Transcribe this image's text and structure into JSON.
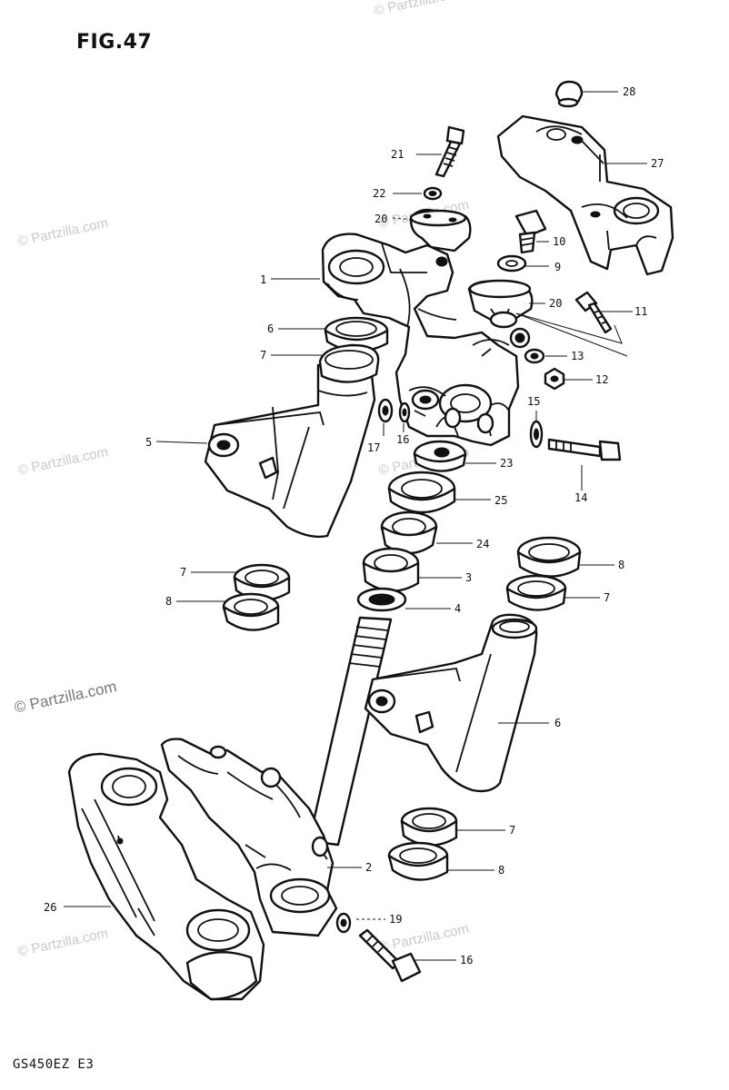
{
  "figure": {
    "title": "FIG.47",
    "model_code": "GS450EZ  E3"
  },
  "watermark": {
    "text": "© Partzilla.com"
  },
  "callouts": [
    {
      "id": "c1",
      "label": "1"
    },
    {
      "id": "c2",
      "label": "2"
    },
    {
      "id": "c3",
      "label": "3"
    },
    {
      "id": "c4",
      "label": "4"
    },
    {
      "id": "c5",
      "label": "5"
    },
    {
      "id": "c6a",
      "label": "6"
    },
    {
      "id": "c6b",
      "label": "6"
    },
    {
      "id": "c7a",
      "label": "7"
    },
    {
      "id": "c7b",
      "label": "7"
    },
    {
      "id": "c7c",
      "label": "7"
    },
    {
      "id": "c7d",
      "label": "7"
    },
    {
      "id": "c8a",
      "label": "8"
    },
    {
      "id": "c8b",
      "label": "8"
    },
    {
      "id": "c8c",
      "label": "8"
    },
    {
      "id": "c9",
      "label": "9"
    },
    {
      "id": "c10",
      "label": "10"
    },
    {
      "id": "c11",
      "label": "11"
    },
    {
      "id": "c12",
      "label": "12"
    },
    {
      "id": "c13",
      "label": "13"
    },
    {
      "id": "c14",
      "label": "14"
    },
    {
      "id": "c15",
      "label": "15"
    },
    {
      "id": "c16a",
      "label": "16"
    },
    {
      "id": "c16b",
      "label": "16"
    },
    {
      "id": "c17",
      "label": "17"
    },
    {
      "id": "c19",
      "label": "19"
    },
    {
      "id": "c20a",
      "label": "20"
    },
    {
      "id": "c20b",
      "label": "20"
    },
    {
      "id": "c21",
      "label": "21"
    },
    {
      "id": "c22",
      "label": "22"
    },
    {
      "id": "c23",
      "label": "23"
    },
    {
      "id": "c24",
      "label": "24"
    },
    {
      "id": "c25",
      "label": "25"
    },
    {
      "id": "c26",
      "label": "26"
    },
    {
      "id": "c27",
      "label": "27"
    },
    {
      "id": "c28",
      "label": "28"
    }
  ]
}
